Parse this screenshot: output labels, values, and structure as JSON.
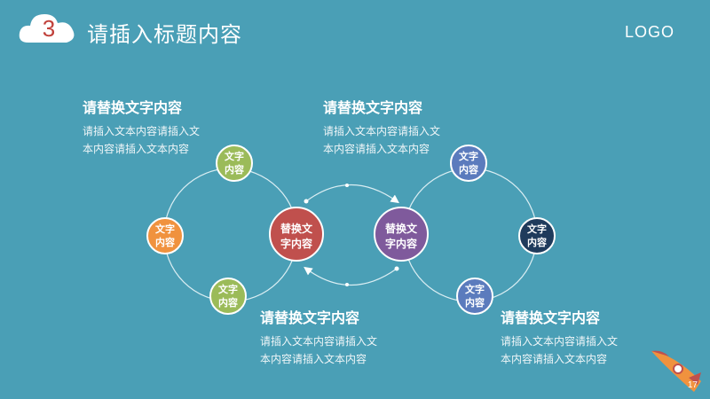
{
  "header": {
    "slide_number": "3",
    "title": "请插入标题内容",
    "logo": "LOGO"
  },
  "blocks": [
    {
      "title": "请替换文字内容",
      "lines": [
        "请插入文本内容请插入文",
        "本内容请插入文本内容"
      ]
    },
    {
      "title": "请替换文字内容",
      "lines": [
        "请插入文本内容请插入文",
        "本内容请插入文本内容"
      ]
    },
    {
      "title": "请替换文字内容",
      "lines": [
        "请插入文本内容请插入文",
        "本内容请插入文本内容"
      ]
    },
    {
      "title": "请替换文字内容",
      "lines": [
        "请插入文本内容请插入文",
        "本内容请插入文本内容"
      ]
    }
  ],
  "diagram": {
    "center_left": {
      "line1": "替换文",
      "line2": "字内容",
      "color": "#c0504d"
    },
    "center_right": {
      "line1": "替换文",
      "line2": "字内容",
      "color": "#7f5a9c"
    },
    "left_nodes": [
      {
        "line1": "文字",
        "line2": "内容",
        "color": "#9bbb59"
      },
      {
        "line1": "文字",
        "line2": "内容",
        "color": "#f0923e"
      },
      {
        "line1": "文字",
        "line2": "内容",
        "color": "#9bbb59"
      }
    ],
    "right_nodes": [
      {
        "line1": "文字",
        "line2": "内容",
        "color": "#5b7bbd"
      },
      {
        "line1": "文字",
        "line2": "内容",
        "color": "#1f3b5c"
      },
      {
        "line1": "文字",
        "line2": "内容",
        "color": "#5b7bbd"
      }
    ]
  },
  "footer": {
    "page_number": "17"
  }
}
